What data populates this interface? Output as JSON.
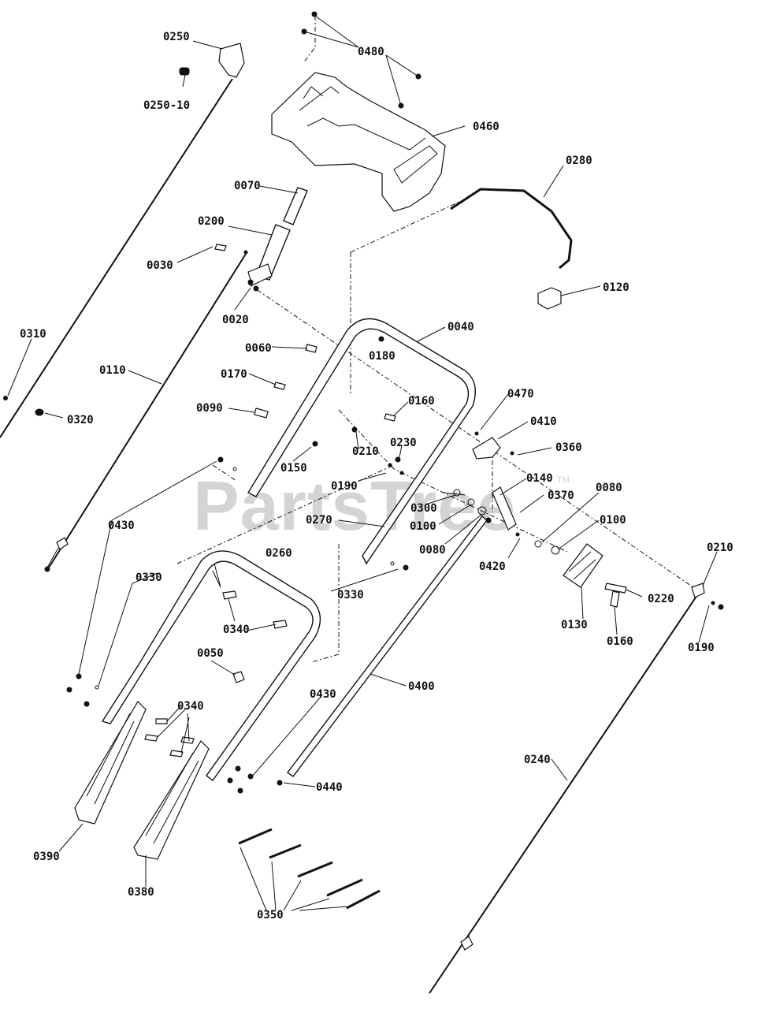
{
  "watermark": {
    "text": "PartsTree",
    "tm": "TM"
  },
  "callouts": [
    {
      "id": "c0250",
      "text": "0250"
    },
    {
      "id": "c0250_10",
      "text": "0250-10"
    },
    {
      "id": "c0480",
      "text": "0480"
    },
    {
      "id": "c0460",
      "text": "0460"
    },
    {
      "id": "c0280",
      "text": "0280"
    },
    {
      "id": "c0070",
      "text": "0070"
    },
    {
      "id": "c0200",
      "text": "0200"
    },
    {
      "id": "c0030",
      "text": "0030"
    },
    {
      "id": "c0020",
      "text": "0020"
    },
    {
      "id": "c0120",
      "text": "0120"
    },
    {
      "id": "c0040",
      "text": "0040"
    },
    {
      "id": "c0310",
      "text": "0310"
    },
    {
      "id": "c0060",
      "text": "0060"
    },
    {
      "id": "c0180",
      "text": "0180"
    },
    {
      "id": "c0110",
      "text": "0110"
    },
    {
      "id": "c0170",
      "text": "0170"
    },
    {
      "id": "c0470",
      "text": "0470"
    },
    {
      "id": "c0320",
      "text": "0320"
    },
    {
      "id": "c0090",
      "text": "0090"
    },
    {
      "id": "c0160a",
      "text": "0160"
    },
    {
      "id": "c0410",
      "text": "0410"
    },
    {
      "id": "c0230",
      "text": "0230"
    },
    {
      "id": "c0360",
      "text": "0360"
    },
    {
      "id": "c0210a",
      "text": "0210"
    },
    {
      "id": "c0150",
      "text": "0150"
    },
    {
      "id": "c0190a",
      "text": "0190"
    },
    {
      "id": "c0140",
      "text": "0140"
    },
    {
      "id": "c0080a",
      "text": "0080"
    },
    {
      "id": "c0370",
      "text": "0370"
    },
    {
      "id": "c0300",
      "text": "0300"
    },
    {
      "id": "c0430a",
      "text": "0430"
    },
    {
      "id": "c0270",
      "text": "0270"
    },
    {
      "id": "c0100a",
      "text": "0100"
    },
    {
      "id": "c0100b",
      "text": "0100"
    },
    {
      "id": "c0080b",
      "text": "0080"
    },
    {
      "id": "c0420",
      "text": "0420"
    },
    {
      "id": "c0210b",
      "text": "0210"
    },
    {
      "id": "c0260",
      "text": "0260"
    },
    {
      "id": "c0330a",
      "text": "0330"
    },
    {
      "id": "c0330b",
      "text": "0330"
    },
    {
      "id": "c0220",
      "text": "0220"
    },
    {
      "id": "c0340a",
      "text": "0340"
    },
    {
      "id": "c0130",
      "text": "0130"
    },
    {
      "id": "c0160b",
      "text": "0160"
    },
    {
      "id": "c0190b",
      "text": "0190"
    },
    {
      "id": "c0050",
      "text": "0050"
    },
    {
      "id": "c0400",
      "text": "0400"
    },
    {
      "id": "c0340b",
      "text": "0340"
    },
    {
      "id": "c0430b",
      "text": "0430"
    },
    {
      "id": "c0240",
      "text": "0240"
    },
    {
      "id": "c0440",
      "text": "0440"
    },
    {
      "id": "c0390",
      "text": "0390"
    },
    {
      "id": "c0380",
      "text": "0380"
    },
    {
      "id": "c0350",
      "text": "0350"
    }
  ]
}
